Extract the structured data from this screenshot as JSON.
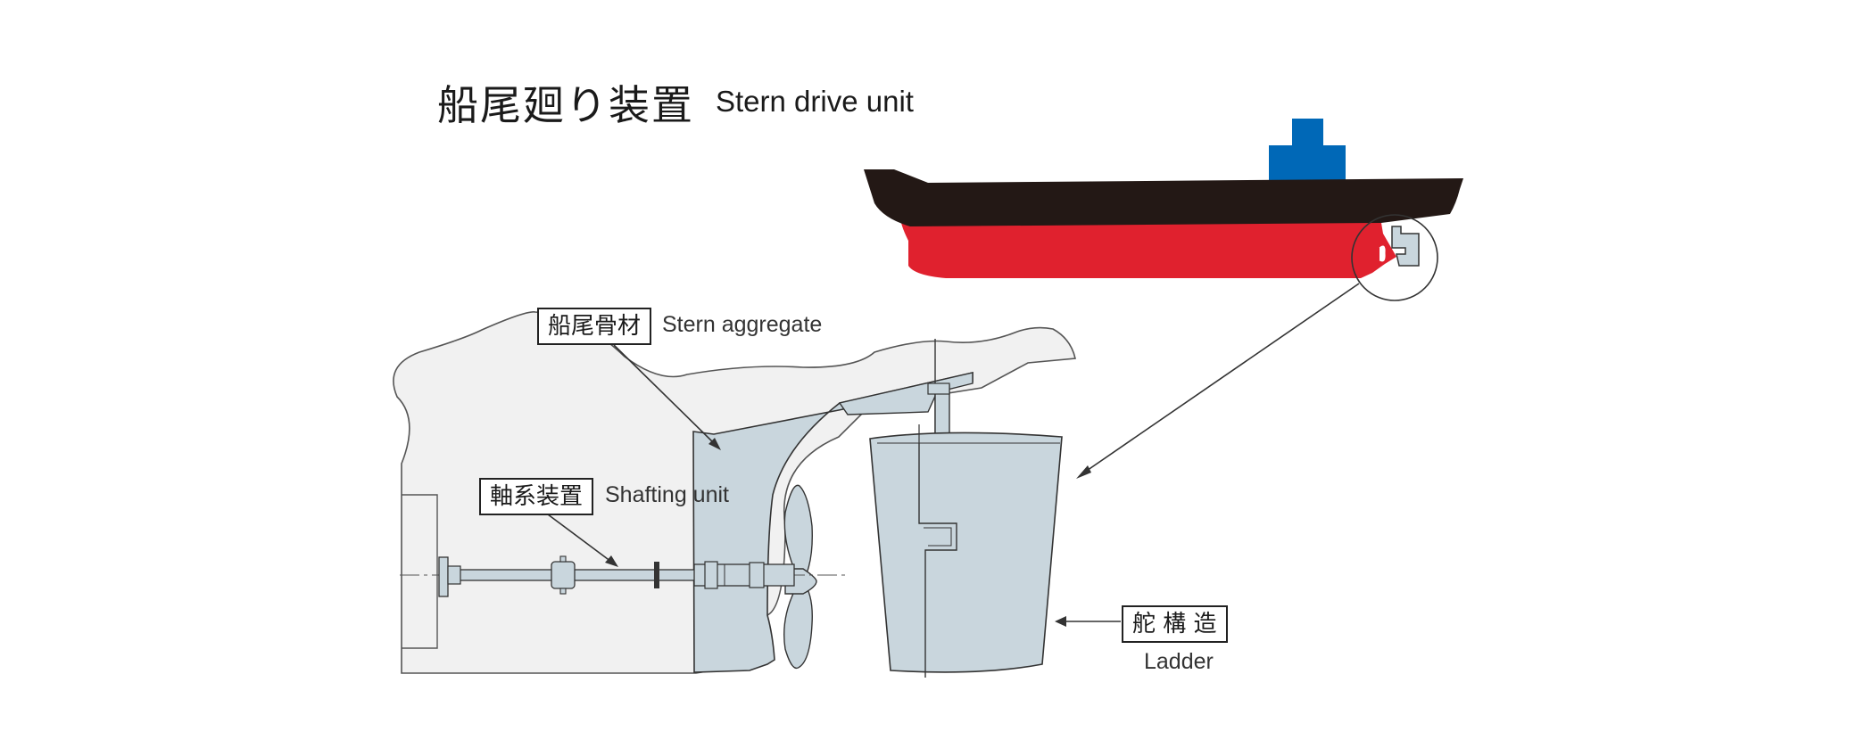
{
  "title": {
    "japanese": "船尾廻り装置",
    "english": "Stern drive unit"
  },
  "labels": {
    "stern_aggregate": {
      "japanese": "船尾骨材",
      "english": "Stern aggregate"
    },
    "shafting_unit": {
      "japanese": "軸系装置",
      "english": "Shafting unit"
    },
    "rudder": {
      "japanese": "舵 構 造",
      "english": "Ladder"
    }
  },
  "colors": {
    "hull_top": "#231815",
    "hull_bottom": "#e0212e",
    "bridge": "#0068b7",
    "steel": "#c9d6dd",
    "outline": "#333333"
  }
}
